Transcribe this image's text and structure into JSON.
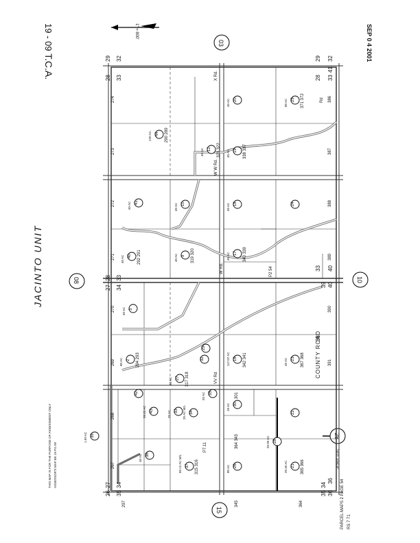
{
  "header": {
    "tca": "T.C.A.",
    "tca_no": "19 - 09",
    "stamp": "SEP 0 4 2001",
    "unit_title": "JACINTO UNIT",
    "north_arrow_note": "1\" = 800'"
  },
  "map_refs": [
    "03",
    "08",
    "10",
    "15",
    "28"
  ],
  "see_page": "SEE PAGE",
  "road_names": [
    "COUNTY ROAD",
    "W Rd.",
    "W W Rd.",
    "X Rd.",
    "VV Rd",
    "Rd"
  ],
  "section_numbers": [
    "26",
    "27",
    "28",
    "29",
    "32",
    "33",
    "34",
    "35",
    "36",
    "38",
    "39",
    "40",
    "41"
  ],
  "parcels": [
    {
      "id": "44",
      "apn": "290 289",
      "area": "120 AC."
    },
    {
      "id": "20",
      "apn": "",
      "area": "40 AC"
    },
    {
      "id": "19",
      "apn": "338 337",
      "area": "40 AC"
    },
    {
      "id": "25",
      "apn": "371 372",
      "area": "80 AC"
    },
    {
      "id": "12",
      "apn": "321 322",
      "area": "40 AC"
    },
    {
      "id": "41",
      "apn": "",
      "area": "40 AC"
    },
    {
      "id": "10",
      "apn": "",
      "area": "40 AC"
    },
    {
      "id": "18",
      "apn": "",
      "area": "40 AC"
    },
    {
      "id": "24",
      "apn": "",
      "area": ""
    },
    {
      "id": "40",
      "apn": "292 291",
      "area": "40 AC"
    },
    {
      "id": "9",
      "apn": "319 320",
      "area": "40 AC"
    },
    {
      "id": "17",
      "apn": "340 339",
      "area": "40 AC"
    },
    {
      "id": "3",
      "apn": "",
      "area": "40 AC"
    },
    {
      "id": "2",
      "apn": "294 293",
      "area": "80 AC"
    },
    {
      "id": "16",
      "apn": "342 341",
      "area": "117.07 AC"
    },
    {
      "id": "23",
      "apn": "367 368",
      "area": "40 AC"
    },
    {
      "id": "27",
      "apn": "317 318",
      "area": "38 AC"
    },
    {
      "id": "29",
      "apn": "",
      "area": ""
    },
    {
      "id": "32",
      "apn": "",
      "area": ""
    },
    {
      "id": "33",
      "apn": "",
      "area": "20 AC"
    },
    {
      "id": "43",
      "apn": "",
      "area": "38.83 AC"
    },
    {
      "id": "42",
      "apn": "",
      "area": ""
    },
    {
      "id": "34",
      "apn": "",
      "area": "20 AC M/L"
    },
    {
      "id": "30",
      "apn": "",
      "area": "18 AC"
    },
    {
      "id": "22",
      "apn": "",
      "area": ""
    },
    {
      "id": "35",
      "apn": "",
      "area": "20 AC"
    },
    {
      "id": "26",
      "apn": "",
      "area": "80 AC"
    },
    {
      "id": "36",
      "apn": "",
      "area": "40 AC"
    },
    {
      "id": "37",
      "apn": "315 316",
      "area": "60.12 AC M/L"
    },
    {
      "id": "21",
      "apn": "365 366",
      "area": "39.40 AC"
    },
    {
      "id": "28",
      "apn": "",
      "area": "39.99 AC"
    },
    {
      "id": "39",
      "apn": "",
      "area": "1.59 AC"
    }
  ],
  "apn_labels": [
    "274",
    "273",
    "272",
    "271",
    "270",
    "269",
    "268",
    "267",
    "297",
    "386",
    "387",
    "388",
    "389",
    "390",
    "391",
    "364",
    "345",
    "364 343",
    "301",
    "P2 54",
    "P7.11"
  ],
  "footer_notes": [
    "PARCEL MAPS 2 PAGE 54",
    "RS 7 71"
  ],
  "side_notes": [
    "THIS MAP IS FOR THE PURPOSE OF ASSESSMENT ONLY",
    "ASSESSOR'S MAP BK 19 PG 09"
  ]
}
